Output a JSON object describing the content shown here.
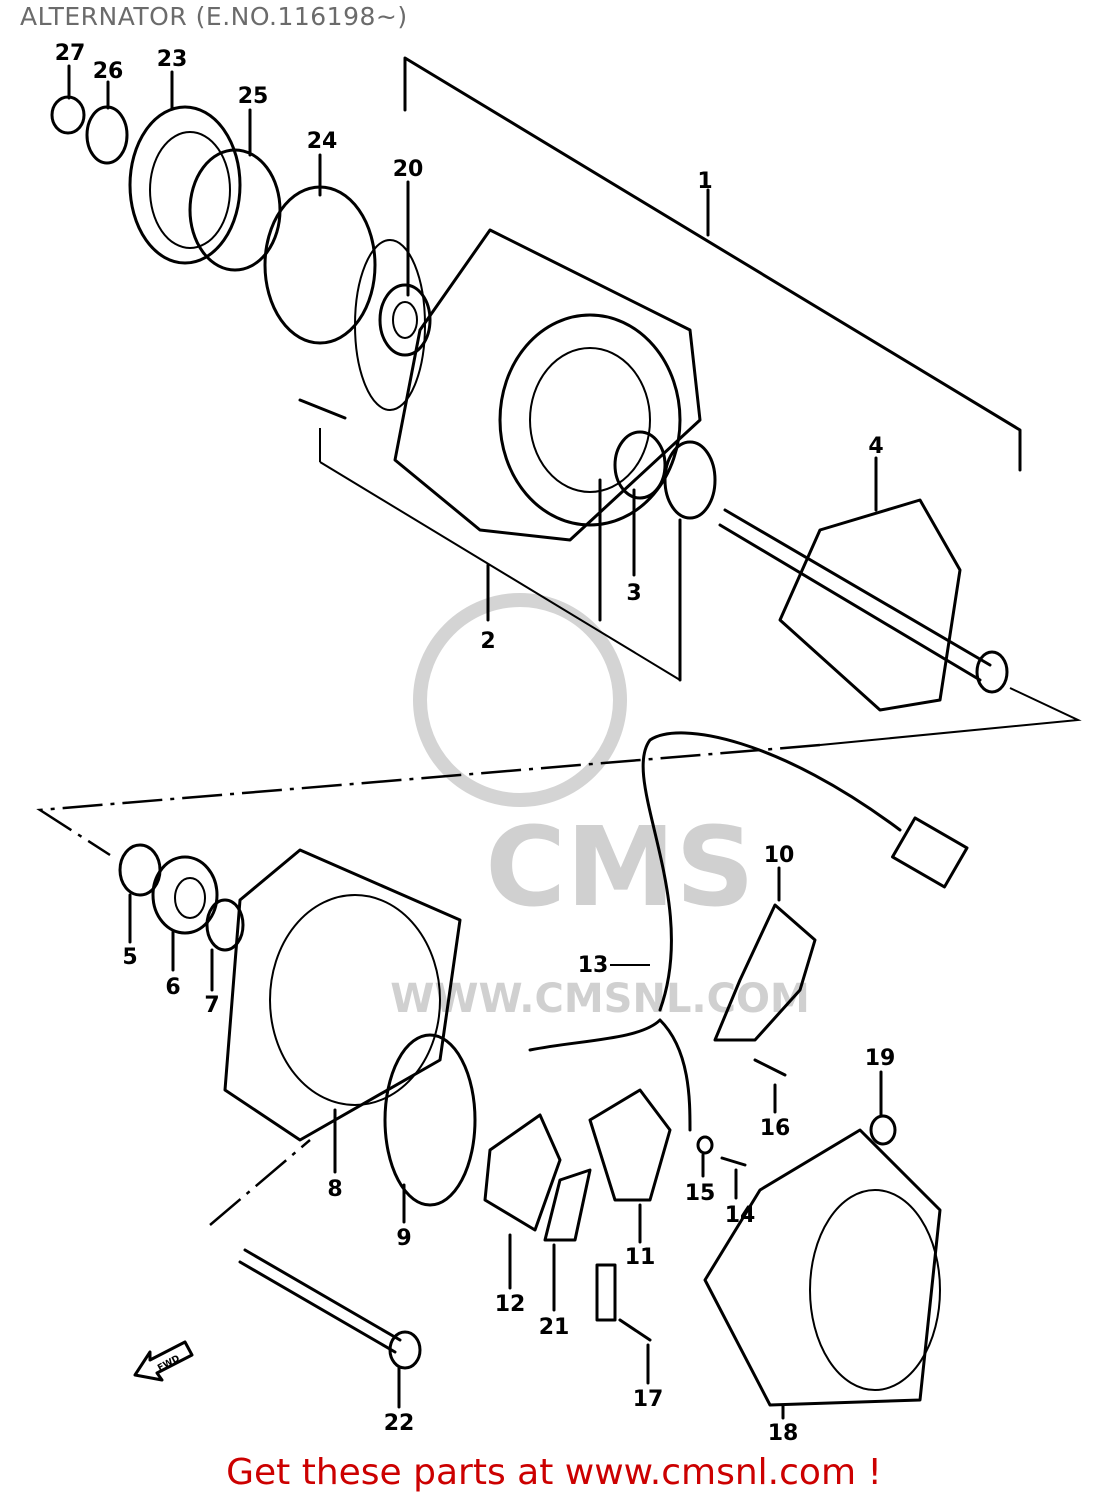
{
  "title": "ALTERNATOR (E.NO.116198~)",
  "footer": "Get these parts at www.cmsnl.com !",
  "watermark": {
    "text": "CMS",
    "url_text": "WWW.CMSNL.COM"
  },
  "colors": {
    "footer": "#cc0000",
    "title": "#6b6b6b",
    "lines": "#000000"
  },
  "parts": {
    "p1": "1",
    "p2": "2",
    "p3": "3",
    "p4": "4",
    "p5": "5",
    "p6": "6",
    "p7": "7",
    "p8": "8",
    "p9": "9",
    "p10": "10",
    "p11": "11",
    "p12": "12",
    "p13": "13",
    "p14": "14",
    "p15": "15",
    "p16": "16",
    "p17": "17",
    "p18": "18",
    "p19": "19",
    "p20": "20",
    "p21": "21",
    "p22": "22",
    "p23": "23",
    "p24": "24",
    "p25": "25",
    "p26": "26",
    "p27": "27"
  },
  "fwd_arrow": "FWD"
}
